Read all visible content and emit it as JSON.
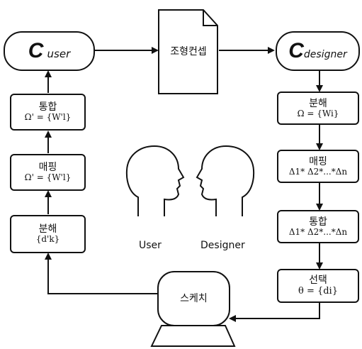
{
  "user_node": {
    "letter": "C",
    "subscript": "user"
  },
  "designer_node": {
    "letter": "C",
    "subscript": "designer"
  },
  "concept_doc": {
    "label": "조형컨셉"
  },
  "user_steps": [
    {
      "title": "통합",
      "formula": "Ω' = {W'l}"
    },
    {
      "title": "매핑",
      "formula": "Ω' = {W'l}"
    },
    {
      "title": "분해",
      "formula": "{d'k}"
    }
  ],
  "designer_steps": [
    {
      "title": "분해",
      "formula": "Ω = {Wi}"
    },
    {
      "title": "매핑",
      "formula": "Δ1* Δ2*...*Δn"
    },
    {
      "title": "통합",
      "formula": "Δ1* Δ2*...*Δn"
    },
    {
      "title": "선택",
      "formula": "θ = {di}"
    }
  ],
  "sketch": {
    "label": "스케치"
  },
  "captions": {
    "user": "User",
    "designer": "Designer"
  }
}
